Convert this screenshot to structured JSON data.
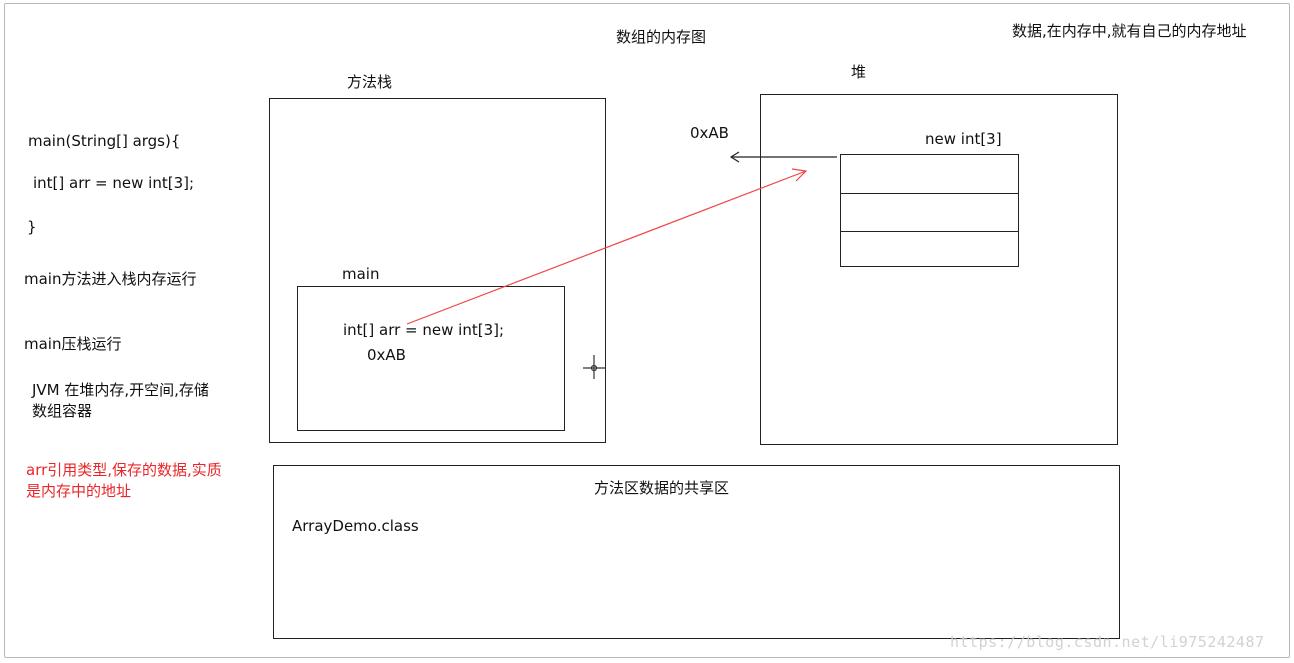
{
  "title": "数组的内存图",
  "note_top_right": "数据,在内存中,就有自己的内存地址",
  "left_notes": {
    "code_line1": "main(String[] args){",
    "code_line2": "int[] arr = new int[3];",
    "code_line3": "}",
    "step1": "main方法进入栈内存运行",
    "step2": "main压栈运行",
    "step3_line1": "JVM 在堆内存,开空间,存储",
    "step3_line2": "数组容器",
    "red_note_line1": "arr引用类型,保存的数据,实质",
    "red_note_line2": "是内存中的地址"
  },
  "stack": {
    "label": "方法栈",
    "frame_label": "main",
    "statement": "int[] arr = new int[3];",
    "address": "0xAB"
  },
  "heap": {
    "label": "堆",
    "address": "0xAB",
    "array_label": "new int[3]",
    "cell_count": 3
  },
  "method_area": {
    "label": "方法区数据的共享区",
    "class_name": "ArrayDemo.class"
  },
  "watermark": "https://blog.csdn.net/li975242487",
  "colors": {
    "arrow_red": "#f0444a",
    "line": "#222222"
  }
}
